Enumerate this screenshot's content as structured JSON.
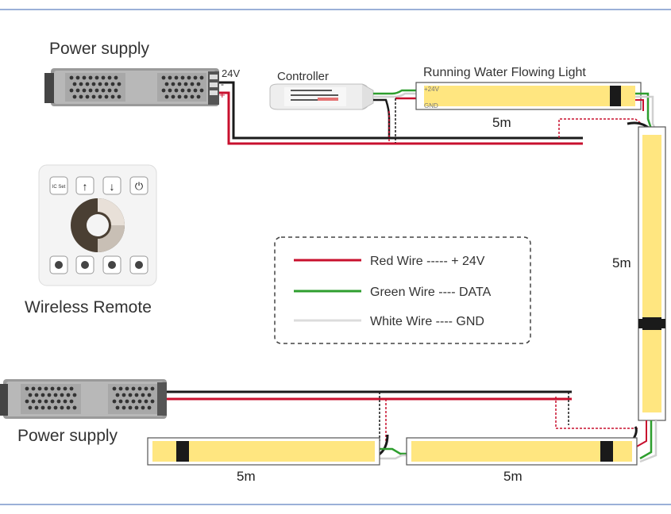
{
  "labels": {
    "power_supply_top": "Power supply",
    "power_supply_bottom": "Power supply",
    "voltage": "24V",
    "plus": "+",
    "minus": "-",
    "controller": "Controller",
    "running_light": "Running Water Flowing Light",
    "pad_plus24": "+24V",
    "pad_gnd": "GND",
    "wireless_remote": "Wireless Remote",
    "len_top": "5m",
    "len_right": "5m",
    "len_bottom_left": "5m",
    "len_bottom_right": "5m"
  },
  "remote": {
    "buttons_top": [
      "IC Set",
      "↑",
      "↓",
      "⏻"
    ]
  },
  "legend": {
    "items": [
      {
        "label": "Red Wire ----- + 24V",
        "color": "#c8102e"
      },
      {
        "label": "Green Wire ---- DATA",
        "color": "#2e9e2e"
      },
      {
        "label": "White Wire ---- GND",
        "color": "#dcdcdc"
      }
    ]
  },
  "colors": {
    "frame": "#9bb0d8",
    "red_wire": "#c8102e",
    "black_wire": "#1a1a1a",
    "green_wire": "#2e9e2e",
    "strip": "#ffe680"
  }
}
